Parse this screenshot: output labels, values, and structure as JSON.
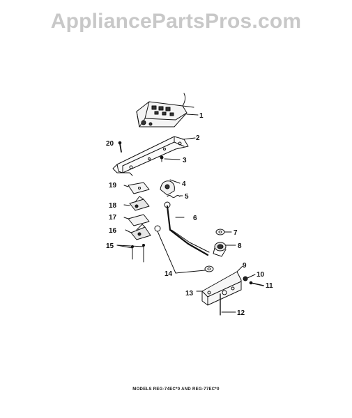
{
  "watermark": "AppliancePartsPros.com",
  "caption": "MODELS REG-74EC*0 AND REG-77EC*0",
  "callouts": [
    {
      "id": "1",
      "label": "1"
    },
    {
      "id": "2",
      "label": "2"
    },
    {
      "id": "3",
      "label": "3"
    },
    {
      "id": "4",
      "label": "4"
    },
    {
      "id": "5",
      "label": "5"
    },
    {
      "id": "6",
      "label": "6"
    },
    {
      "id": "7",
      "label": "7"
    },
    {
      "id": "8",
      "label": "8"
    },
    {
      "id": "9",
      "label": "9"
    },
    {
      "id": "10",
      "label": "10"
    },
    {
      "id": "11",
      "label": "11"
    },
    {
      "id": "12",
      "label": "12"
    },
    {
      "id": "13",
      "label": "13"
    },
    {
      "id": "14",
      "label": "14"
    },
    {
      "id": "15",
      "label": "15"
    },
    {
      "id": "16",
      "label": "16"
    },
    {
      "id": "17",
      "label": "17"
    },
    {
      "id": "18",
      "label": "18"
    },
    {
      "id": "19",
      "label": "19"
    },
    {
      "id": "20",
      "label": "20"
    }
  ]
}
